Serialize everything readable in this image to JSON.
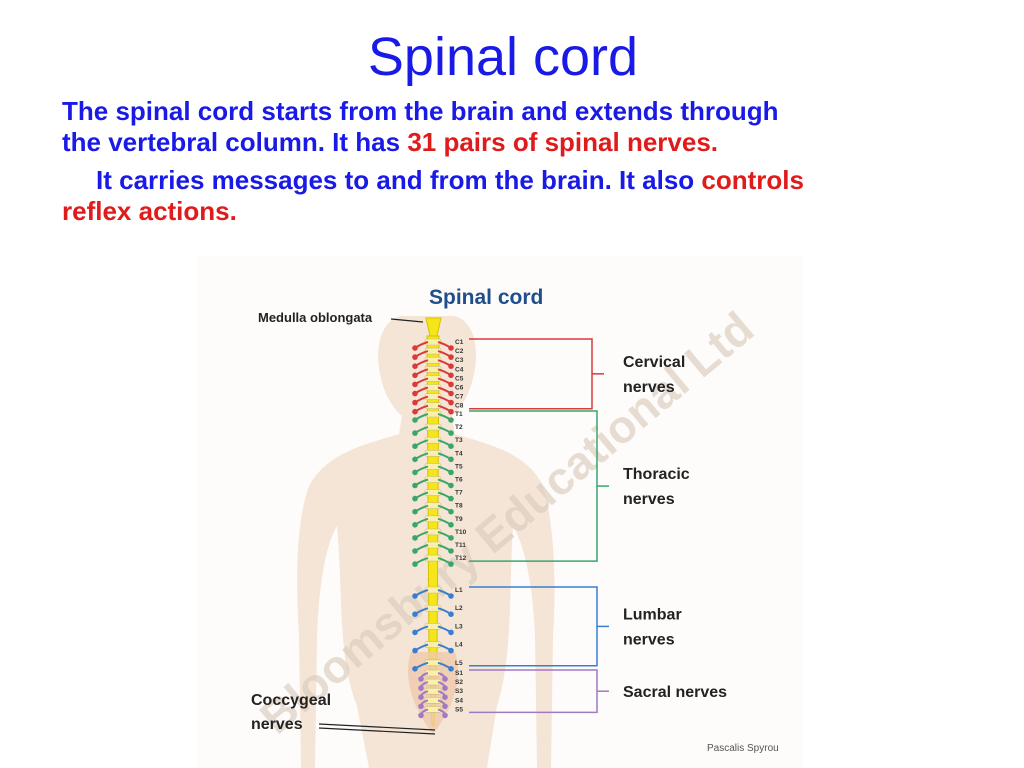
{
  "slide": {
    "title": "Spinal cord",
    "p1": {
      "line1": "The spinal cord starts from the brain and extends through",
      "line2a": "the vertebral column.  It has ",
      "line2b": "31",
      "line2c": " pairs of spinal nerves."
    },
    "p2": {
      "a": "It carries messages to and from the brain.  It also ",
      "b": "controls",
      "c": "reflex actions."
    }
  },
  "figure": {
    "title": "Spinal cord",
    "top_label": "Medulla oblongata",
    "bottom_label": [
      "Coccygeal",
      "nerves"
    ],
    "watermark": "Bloomsbury Educational Ltd",
    "credit": "Pascalis Spyrou",
    "groups": [
      {
        "label": [
          "Cervical",
          "nerves"
        ],
        "color": "#d93a3a",
        "segments": [
          "C1",
          "C2",
          "C3",
          "C4",
          "C5",
          "C6",
          "C7",
          "C8"
        ]
      },
      {
        "label": [
          "Thoracic",
          "nerves"
        ],
        "color": "#3aa66a",
        "segments": [
          "T1",
          "T2",
          "T3",
          "T4",
          "T5",
          "T6",
          "T7",
          "T8",
          "T9",
          "T10",
          "T11",
          "T12"
        ]
      },
      {
        "label": [
          "Lumbar",
          "nerves"
        ],
        "color": "#3a7fcf",
        "segments": [
          "L1",
          "L2",
          "L3",
          "L4",
          "L5"
        ]
      },
      {
        "label": [
          "Sacral nerves"
        ],
        "color": "#a07ac2",
        "segments": [
          "S1",
          "S2",
          "S3",
          "S4",
          "S5"
        ]
      }
    ]
  }
}
